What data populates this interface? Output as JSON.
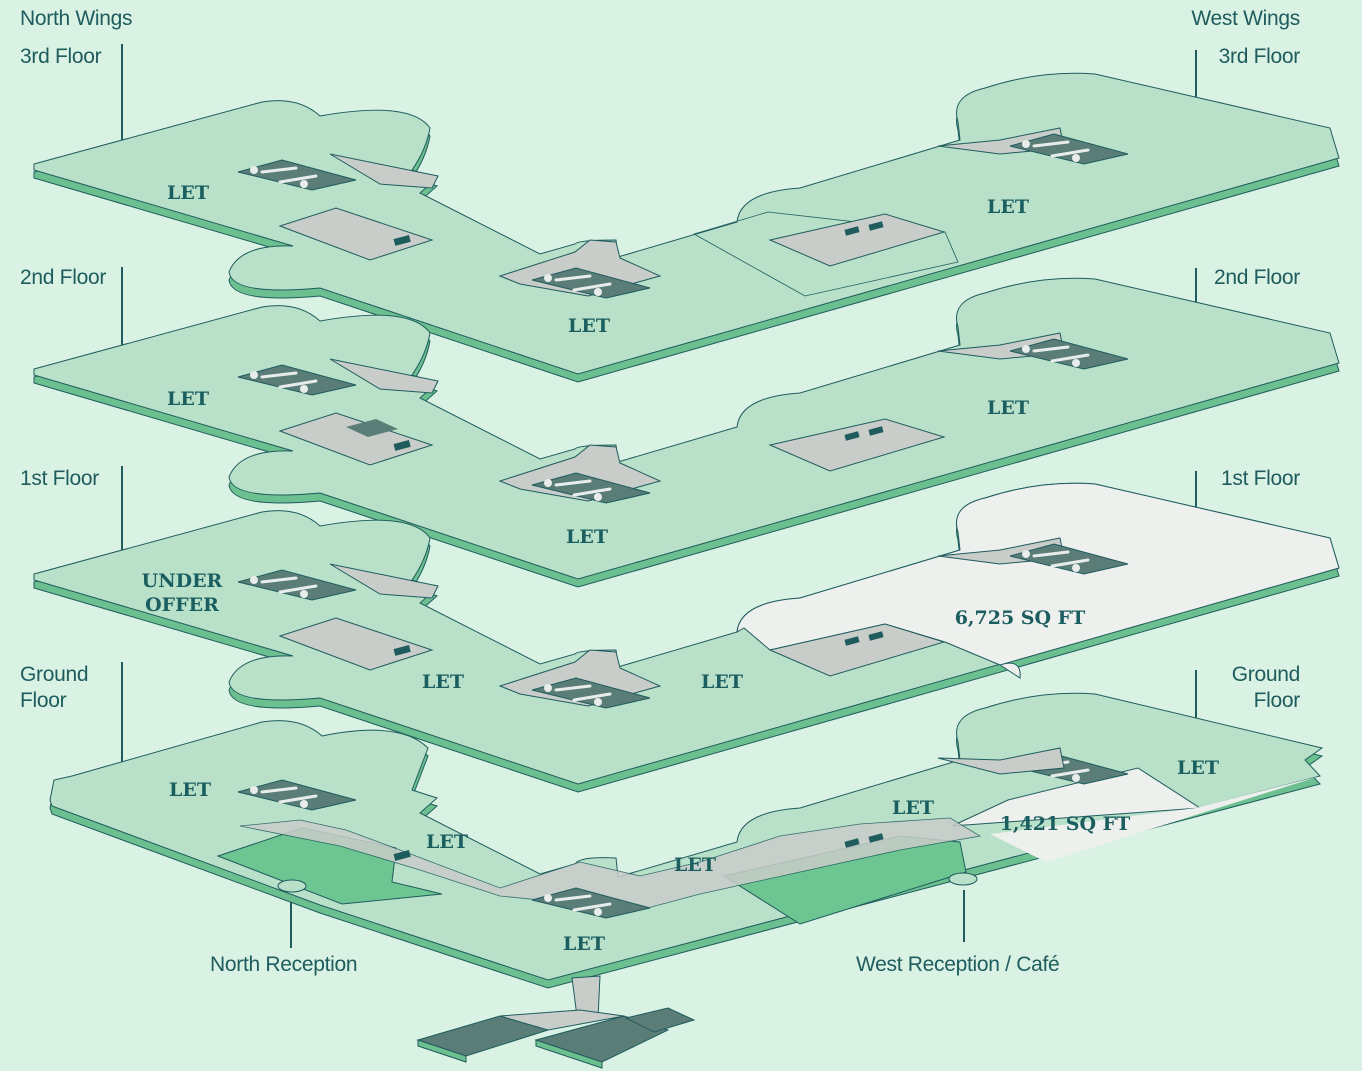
{
  "labels": {
    "north_wings": "North Wings",
    "west_wings": "West Wings",
    "n3": "3rd Floor",
    "w3": "3rd Floor",
    "n2": "2nd Floor",
    "w2": "2nd Floor",
    "n1": "1st Floor",
    "w1": "1st Floor",
    "ng_1": "Ground",
    "ng_2": "Floor",
    "wg_1": "Ground",
    "wg_2": "Floor",
    "north_reception": "North Reception",
    "west_reception": "West Reception / Café"
  },
  "floors": {
    "f3": {
      "north": "LET",
      "center": "LET",
      "west": "LET"
    },
    "f2": {
      "north": "LET",
      "center": "LET",
      "west": "LET"
    },
    "f1": {
      "north_1": "UNDER",
      "north_2": "OFFER",
      "center_left": "LET",
      "center_right": "LET",
      "west": "6,725 SQ FT"
    },
    "ground": {
      "north": "LET",
      "inner_north": "LET",
      "center": "LET",
      "center_right": "LET",
      "west_upper": "LET",
      "west_far": "LET",
      "west_avail": "1,421 SQ FT"
    }
  },
  "colors": {
    "floor_let": "#b9e0c9",
    "floor_edge": "#6cc08f",
    "outline": "#1f5c5e",
    "core": "#c9cdc9",
    "wc": "#5a7d78",
    "available": "#eef0ee",
    "reception": "#6dc592"
  }
}
